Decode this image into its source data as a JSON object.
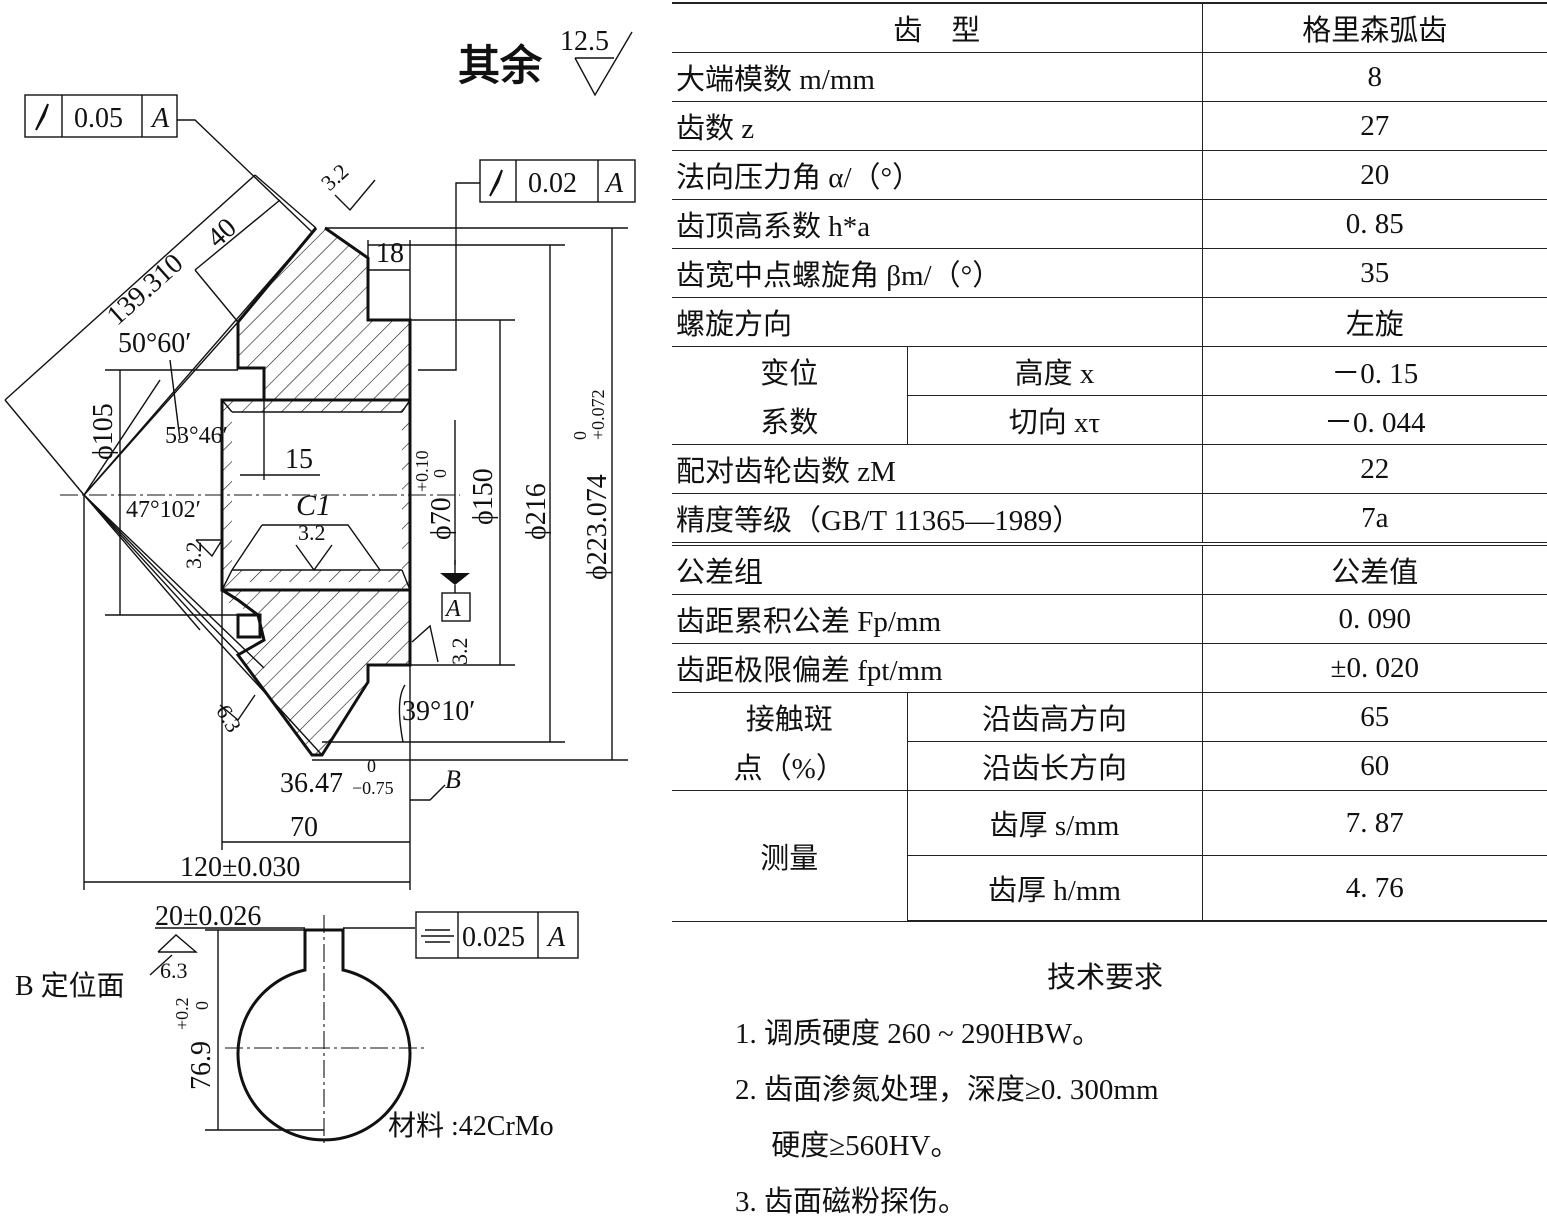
{
  "drawing": {
    "remainder_roughness": {
      "label": "其余",
      "value": "12.5"
    },
    "runout_1": {
      "value": "0.05",
      "datum": "A"
    },
    "runout_2": {
      "value": "0.02",
      "datum": "A"
    },
    "symmetry": {
      "value": "0.025",
      "datum": "A"
    },
    "dims": {
      "cone_distance": "139.310",
      "face_width": "40",
      "hub_step": "18",
      "angle_1": "50°60′",
      "angle_2": "53°46′",
      "angle_3": "47°102′",
      "angle_4": "39°10′",
      "bore_dim": "15",
      "chamfer": "C1",
      "d105": "ϕ105",
      "d70": "ϕ70",
      "d70_up": "+0.10",
      "d70_low": "0",
      "d150": "ϕ150",
      "d216": "ϕ216",
      "d223": "ϕ223.074",
      "d223_up": "0",
      "d223_low": "+0.072",
      "crown": "36.47",
      "crown_up": "0",
      "crown_low": "−0.75",
      "datum_b": "B",
      "len_70": "70",
      "len_120": "120±0.030",
      "key_width": "20±0.026",
      "key_depth": "76.9",
      "key_up": "+0.2",
      "key_low": "0",
      "datum_a": "A",
      "locating_face": "B 定位面",
      "material": "材料 :42CrMo"
    },
    "roughness_marks": [
      "3.2",
      "3.2",
      "3.2",
      "3.2",
      "6.3",
      "6.3"
    ]
  },
  "table": {
    "header": [
      "齿　型",
      "格里森弧齿"
    ],
    "rows": [
      {
        "label": "大端模数 m/mm",
        "value": "8"
      },
      {
        "label": "齿数 z",
        "value": "27"
      },
      {
        "label": "法向压力角 α/（°）",
        "value": "20"
      },
      {
        "label": "齿顶高系数 h*a",
        "value": "0. 85"
      },
      {
        "label": "齿宽中点螺旋角 βm/（°）",
        "value": "35"
      },
      {
        "label": "螺旋方向",
        "value": "左旋"
      }
    ],
    "shift": {
      "group_top": "变位",
      "group_bottom": "系数",
      "rows": [
        {
          "label": "高度 x",
          "value": "－0. 15"
        },
        {
          "label": "切向 xτ",
          "value": "－0. 044"
        }
      ]
    },
    "rows2": [
      {
        "label": "配对齿轮齿数 zM",
        "value": "22"
      },
      {
        "label": "精度等级（GB/T 11365—1989）",
        "value": "7a"
      }
    ],
    "tol_header": [
      "公差组",
      "公差值"
    ],
    "tol_rows": [
      {
        "label": "齿距累积公差 Fp/mm",
        "value": "0. 090"
      },
      {
        "label": "齿距极限偏差 fpt/mm",
        "value": "±0. 020"
      }
    ],
    "contact": {
      "group_top": "接触斑",
      "group_bottom": "点（%）",
      "rows": [
        {
          "label": "沿齿高方向",
          "value": "65"
        },
        {
          "label": "沿齿长方向",
          "value": "60"
        }
      ]
    },
    "measure": {
      "group": "测量",
      "rows": [
        {
          "label": "齿厚 s/mm",
          "value": "7. 87"
        },
        {
          "label": "齿厚 h/mm",
          "value": "4. 76"
        }
      ]
    }
  },
  "tech": {
    "title": "技术要求",
    "items": [
      "1.  调质硬度 260 ~ 290HBW。",
      "2.  齿面渗氮处理，深度≥0. 300mm",
      "     硬度≥560HV。",
      "3.  齿面磁粉探伤。"
    ]
  }
}
